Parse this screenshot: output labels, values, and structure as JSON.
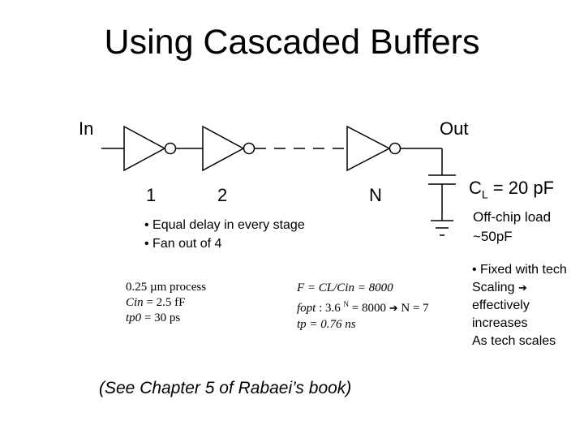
{
  "title": "Using Cascaded Buffers",
  "circuit": {
    "in_label": "In",
    "out_label": "Out",
    "stage_labels": [
      "1",
      "2",
      "N"
    ],
    "load_label": "C",
    "load_sub": "L",
    "load_value": " = 20 pF",
    "offchip": [
      "Off-chip load",
      "~50pF"
    ]
  },
  "bullets": [
    "• Equal delay in every stage",
    "• Fan out of 4"
  ],
  "process": {
    "line1": "0.25 µm process",
    "line2_var": "Cin",
    "line2_val": " = 2.5 fF",
    "line3_var": "tp0",
    "line3_val": " = 30 ps"
  },
  "formula": {
    "line1": "F = CL/Cin = 8000",
    "line2_var": "fopt",
    "line2_mid": " : 3.6 ",
    "line2_sup": "N",
    "line2_end": " = 8000",
    "line2_result": "N = 7",
    "line3": "tp = 0.76 ns"
  },
  "tech_note": [
    "• Fixed with tech",
    "Scaling",
    "effectively",
    "increases",
    "As tech scales"
  ],
  "reference": "(See Chapter 5 of Rabaei’s book)",
  "icons": {
    "arrow": "right-arrow-icon"
  }
}
